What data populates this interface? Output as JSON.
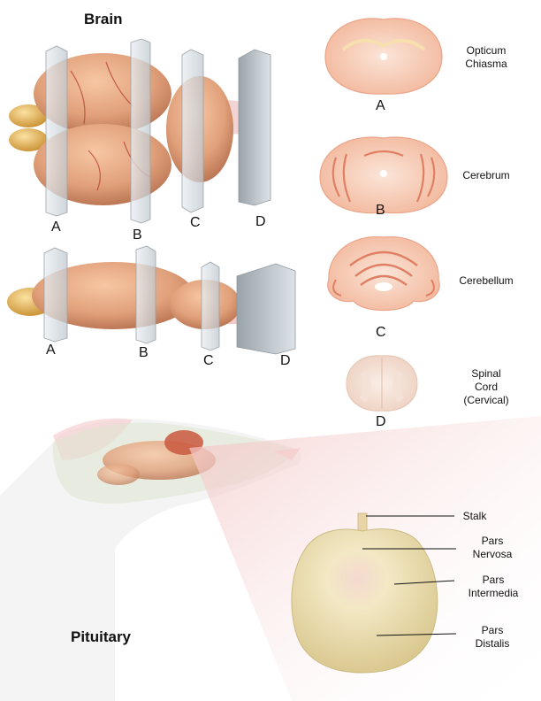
{
  "brain": {
    "title": "Brain",
    "dorsal_letters": [
      "A",
      "B",
      "C",
      "D"
    ],
    "lateral_letters": [
      "A",
      "B",
      "C",
      "D"
    ]
  },
  "sections": [
    {
      "letter": "A",
      "name_lines": [
        "Opticum",
        "Chiasma"
      ]
    },
    {
      "letter": "B",
      "name_lines": [
        "Cerebrum"
      ]
    },
    {
      "letter": "C",
      "name_lines": [
        "Cerebellum"
      ]
    },
    {
      "letter": "D",
      "name_lines": [
        "Spinal",
        "Cord",
        "(Cervical)"
      ]
    }
  ],
  "pituitary": {
    "title": "Pituitary",
    "parts": [
      {
        "name_lines": [
          "Stalk"
        ]
      },
      {
        "name_lines": [
          "Pars",
          "Nervosa"
        ]
      },
      {
        "name_lines": [
          "Pars",
          "Intermedia"
        ]
      },
      {
        "name_lines": [
          "Pars",
          "Distalis"
        ]
      }
    ]
  },
  "colors": {
    "brain": "#e0a07a",
    "olfactory": "#e6b45c",
    "section_fill": "#f6c6ae",
    "section_stroke": "#e99a7e",
    "pituitary": "#efe3b6",
    "slice_panel": "#cfd6dc"
  }
}
